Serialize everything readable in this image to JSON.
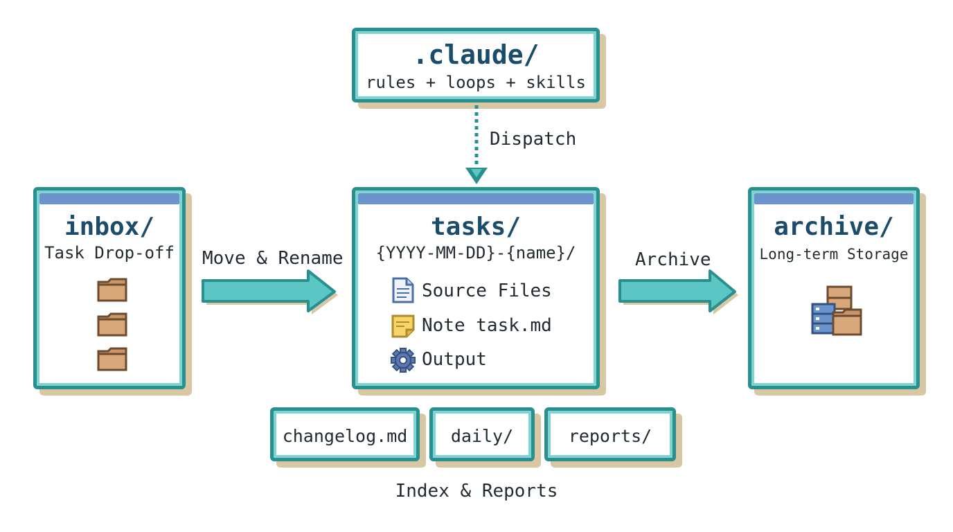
{
  "nodes": {
    "claude": {
      "title": ".claude/",
      "subtitle": "rules + loops + skills"
    },
    "inbox": {
      "title": "inbox/",
      "subtitle": "Task Drop-off"
    },
    "tasks": {
      "title": "tasks/",
      "subtitle": "{YYYY-MM-DD}-{name}/",
      "items": [
        {
          "icon": "document-icon",
          "label": "Source Files"
        },
        {
          "icon": "note-icon",
          "label": "Note task.md"
        },
        {
          "icon": "gear-icon",
          "label": "Output"
        }
      ]
    },
    "archive": {
      "title": "archive/",
      "subtitle": "Long-term Storage"
    }
  },
  "edges": {
    "dispatch": "Dispatch",
    "move_rename": "Move & Rename",
    "archive": "Archive"
  },
  "index": {
    "items": [
      "changelog.md",
      "daily/",
      "reports/"
    ],
    "caption": "Index & Reports"
  },
  "colors": {
    "border": "#2a8f8f",
    "border_inner": "#7fd3d2",
    "shadow": "#d9c7a4",
    "header_bar": "#6b94cc",
    "arrow": "#5cc6c4",
    "title": "#1b4c6a",
    "folder": "#c9956a"
  }
}
